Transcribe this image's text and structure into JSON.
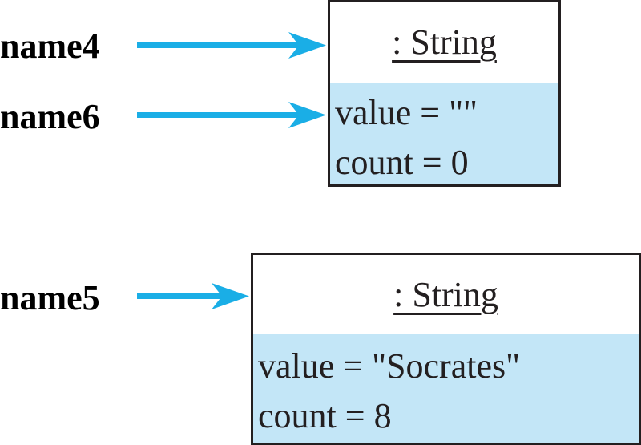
{
  "references": {
    "name4": "name4",
    "name6": "name6",
    "name5": "name5"
  },
  "objects": [
    {
      "title": ": String",
      "value_line": "value = \"\"",
      "count_line": "count = 0"
    },
    {
      "title": ": String",
      "value_line": "value = \"Socrates\"",
      "count_line": "count = 8"
    }
  ],
  "colors": {
    "arrow": "#1aaee6",
    "fill": "#c3e6f7",
    "stroke": "#231f20"
  }
}
